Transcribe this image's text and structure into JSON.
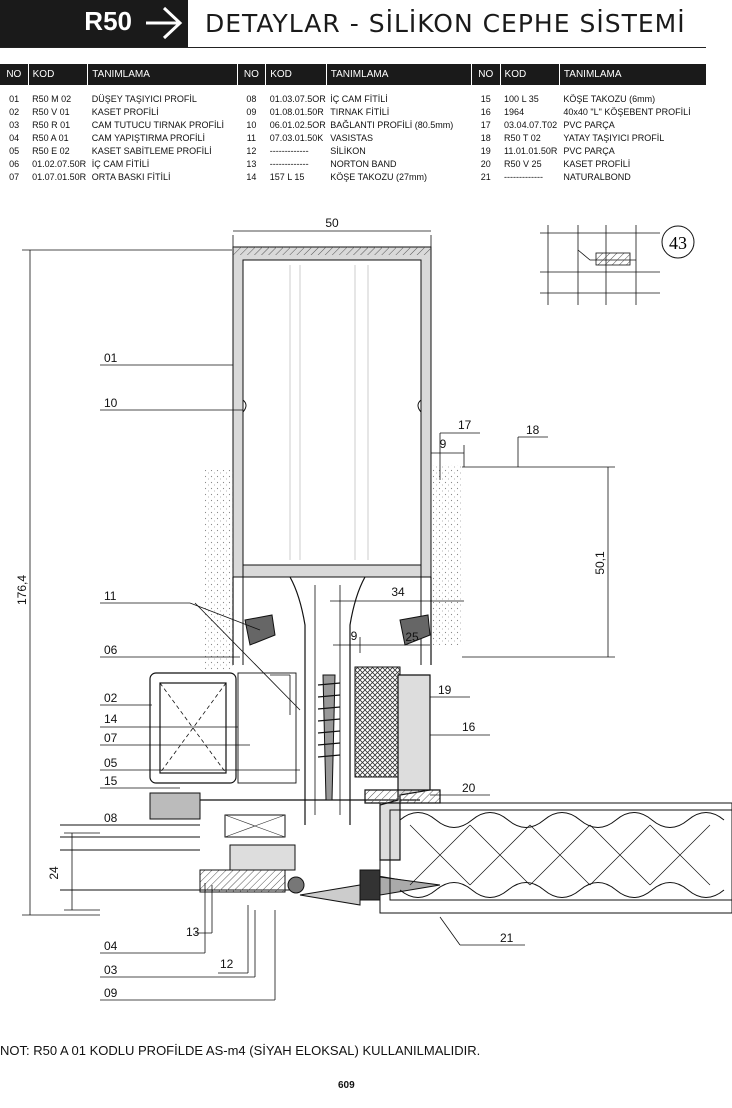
{
  "header": {
    "series": "R50",
    "title": "DETAYLAR - SİLİKON CEPHE SİSTEMİ"
  },
  "table": {
    "headers": [
      "NO",
      "KOD",
      "TANIMLAMA",
      "NO",
      "KOD",
      "TANIMLAMA",
      "NO",
      "KOD",
      "TANIMLAMA"
    ],
    "rows": [
      [
        "01",
        "R50 M 02",
        "DÜŞEY TAŞIYICI PROFİL",
        "08",
        "01.03.07.5OR",
        "İÇ CAM FİTİLİ",
        "15",
        "100 L 35",
        "KÖŞE TAKOZU (6mm)"
      ],
      [
        "02",
        "R50 V 01",
        "KASET PROFİLİ",
        "09",
        "01.08.01.50R",
        "TIRNAK FİTİLİ",
        "16",
        "1964",
        "40x40 \"L\" KÖŞEBENT PROFİLİ"
      ],
      [
        "03",
        "R50 R 01",
        "CAM TUTUCU TIRNAK PROFİLİ",
        "10",
        "06.01.02.5OR",
        "BAĞLANTI PROFİLİ (80.5mm)",
        "17",
        "03.04.07.T02",
        "PVC PARÇA"
      ],
      [
        "04",
        "R50 A 01",
        "CAM YAPIŞTIRMA PROFİLİ",
        "11",
        "07.03.01.50K",
        "VASISTAS",
        "18",
        "R50 T 02",
        "YATAY TAŞIYICI PROFİL"
      ],
      [
        "05",
        "R50 E 02",
        "KASET SABİTLEME PROFİLİ",
        "12",
        "-------------",
        "SİLİKON",
        "19",
        "11.01.01.50R",
        "PVC PARÇA"
      ],
      [
        "06",
        "01.02.07.50R",
        "İÇ CAM FİTİLİ",
        "13",
        "-------------",
        "NORTON BAND",
        "20",
        "R50 V 25",
        "KASET PROFİLİ"
      ],
      [
        "07",
        "01.07.01.50R",
        "ORTA BASKI FİTİLİ",
        "14",
        "157 L 15",
        "KÖŞE TAKOZU (27mm)",
        "21",
        "-------------",
        "NATURALBOND"
      ]
    ]
  },
  "drawing": {
    "detail_no": "43",
    "dims": {
      "width_top": "50",
      "height_total": "176,4",
      "d17_9": "9",
      "d50_1": "50,1",
      "d34": "34",
      "d9b": "9",
      "d25": "25",
      "d24": "24"
    },
    "callouts": {
      "c01": "01",
      "c10": "10",
      "c11": "11",
      "c06": "06",
      "c02": "02",
      "c14": "14",
      "c07": "07",
      "c05": "05",
      "c15": "15",
      "c08": "08",
      "c13": "13",
      "c04": "04",
      "c12": "12",
      "c03": "03",
      "c09": "09",
      "c17": "17",
      "c18": "18",
      "c19": "19",
      "c16": "16",
      "c20": "20",
      "c21": "21"
    }
  },
  "note": "NOT:  R50 A 01 KODLU PROFİLDE AS-m4 (SİYAH ELOKSAL) KULLANILMALIDIR.",
  "page_number": "609"
}
